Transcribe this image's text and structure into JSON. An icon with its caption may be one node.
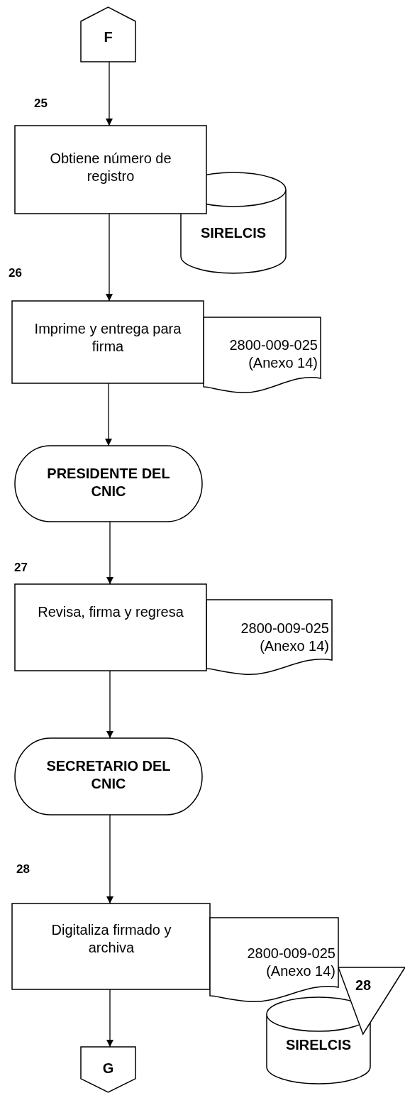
{
  "diagram": {
    "nodes": [
      {
        "text": [
          "F"
        ]
      },
      {
        "text": [
          "Obtiene número de registro"
        ],
        "beside": [
          "25"
        ]
      },
      {
        "text": [
          "SIRELCIS"
        ]
      },
      {
        "text": [
          "Imprime y entrega para firma"
        ],
        "beside": [
          "26"
        ]
      },
      {
        "text": [
          "2800-009-025 (Anexo 14)"
        ]
      },
      {
        "text": [
          "PRESIDENTE DEL CNIC"
        ]
      },
      {
        "text": [
          "Revisa, firma y regresa"
        ],
        "beside": [
          "27"
        ]
      },
      {
        "text": [
          "2800-009-025 (Anexo 14)"
        ]
      },
      {
        "text": [
          "SECRETARIO DEL CNIC"
        ]
      },
      {
        "text": [
          "Digitaliza firmado y archiva"
        ],
        "beside": [
          "28"
        ]
      },
      {
        "text": [
          "2800-009-025 (Anexo 14)"
        ]
      },
      {
        "text": [
          "SIRELCIS"
        ]
      },
      {
        "text": [
          "28"
        ]
      },
      {
        "text": [
          "G"
        ]
      }
    ],
    "edges": [
      {
        "from": 0,
        "to": 1,
        "arrow": "to"
      },
      {
        "from": 1,
        "to": 3,
        "arrow": "to"
      },
      {
        "from": 3,
        "to": 5,
        "arrow": "to"
      },
      {
        "from": 5,
        "to": 6,
        "arrow": "to"
      },
      {
        "from": 6,
        "to": 8,
        "arrow": "to"
      },
      {
        "from": 8,
        "to": 9,
        "arrow": "to"
      },
      {
        "from": 9,
        "to": 13,
        "arrow": "to"
      }
    ]
  }
}
